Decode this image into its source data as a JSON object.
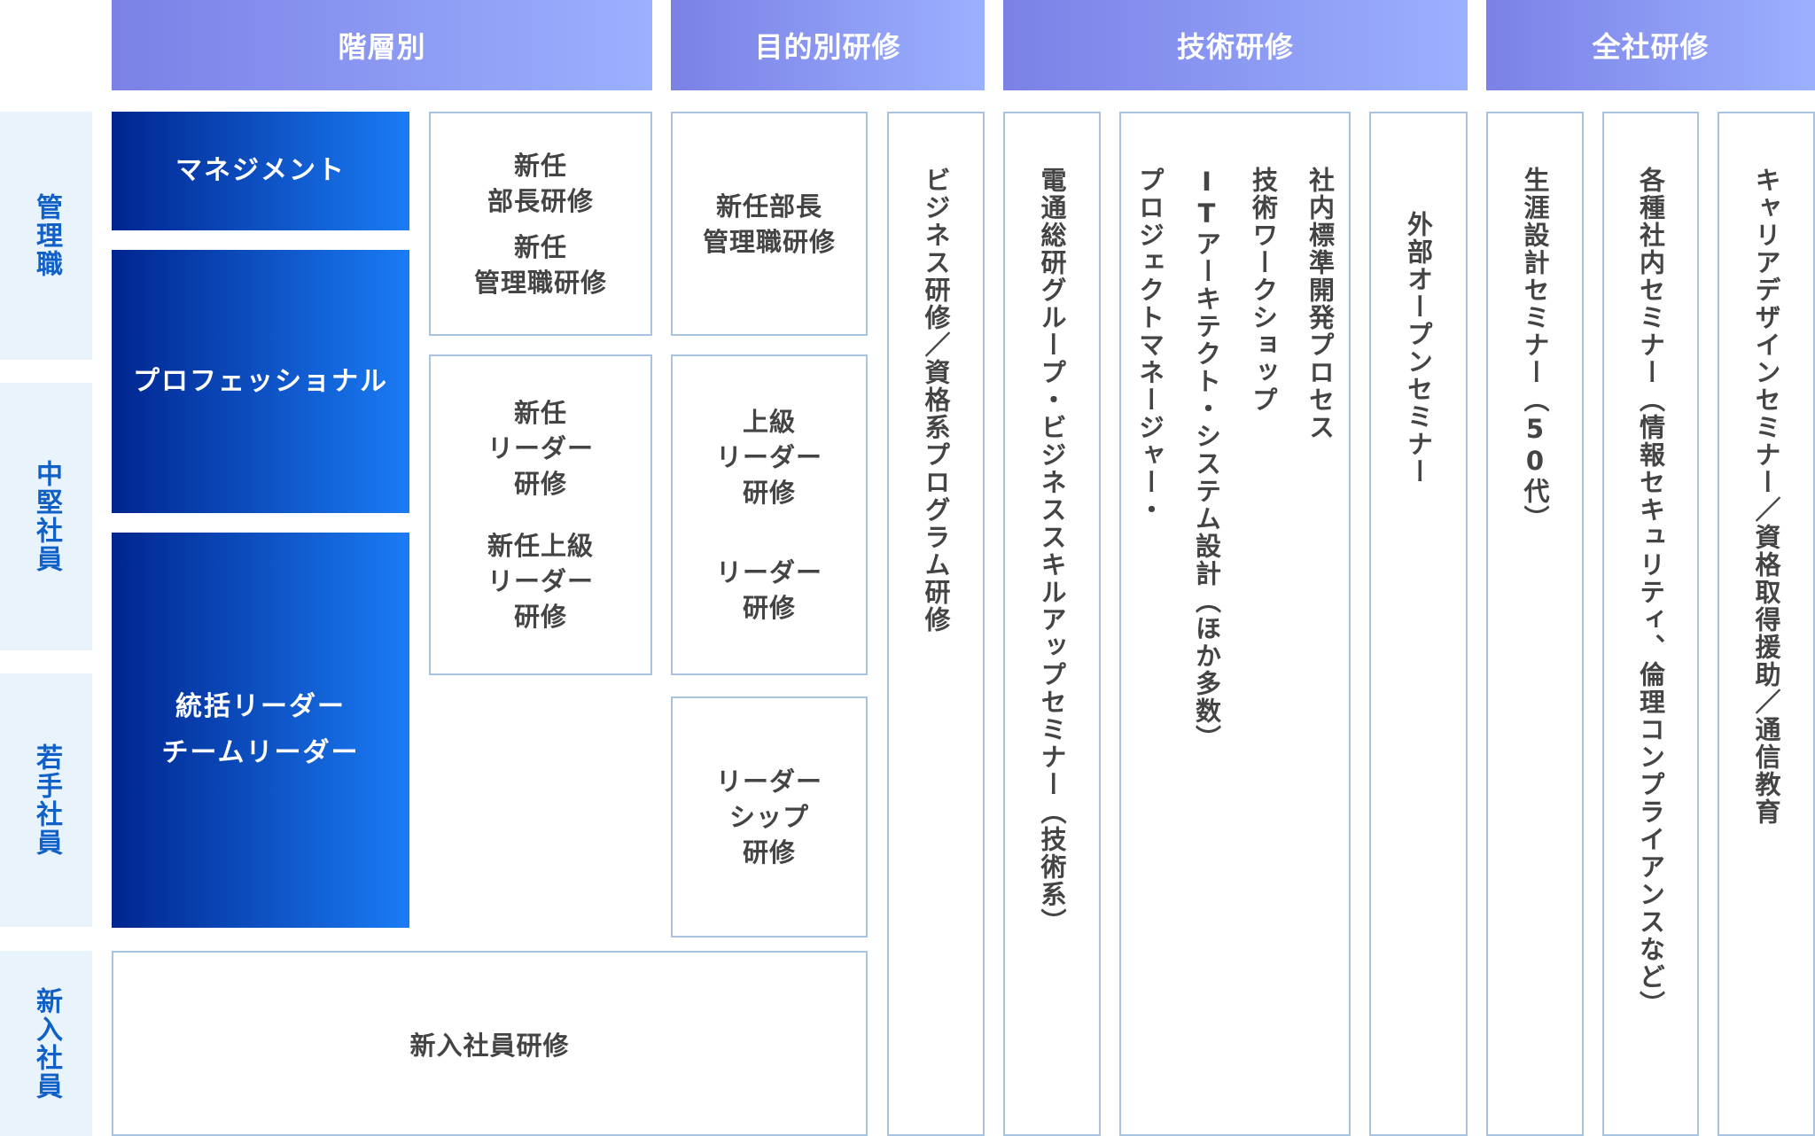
{
  "headers": {
    "by_level": "階層別",
    "by_purpose": "目的別研修",
    "technical": "技術研修",
    "company_wide": "全社研修"
  },
  "row_labels": [
    "管理職",
    "中堅社員",
    "若手社員",
    "新入社員"
  ],
  "tiers": {
    "management": "マネジメント",
    "professional": "プロフェッショナル",
    "leader_1": "統括リーダー",
    "leader_2": "チームリーダー"
  },
  "level_training": {
    "box1": [
      "新任\n部長研修",
      "新任\n管理職研修"
    ],
    "box2": [
      "新任\nリーダー\n研修",
      "新任上級\nリーダー\n研修"
    ]
  },
  "purpose_training": {
    "box1": [
      "新任部長\n管理職研修"
    ],
    "box2": [
      "上級\nリーダー\n研修",
      "リーダー\n研修"
    ],
    "box3": [
      "リーダー\nシップ\n研修"
    ]
  },
  "new_employee_training": "新入社員研修",
  "vertical_columns": {
    "business": "ビジネス研修／資格系プログラム研修",
    "dentsusoken": "電通総研グループ・ビジネススキルアップセミナー（技術系）",
    "tech_list": [
      "プロジェクトマネージャー・",
      "ITアーキテクト・システム設計（ほか多数）",
      "技術ワークショップ",
      "社内標準開発プロセス"
    ],
    "external": "外部オープンセミナー",
    "life_plan": "生涯設計セミナー（50代）",
    "internal_seminars": "各種社内セミナー（情報セキュリティ、倫理コンプライアンスなど）",
    "career": "キャリアデザインセミナー／資格取得援助／通信教育"
  },
  "colors": {
    "header_gradient_start": "#7b81e6",
    "header_gradient_end": "#9bb0ff",
    "tier_gradient_start": "#00258f",
    "tier_gradient_end": "#1a7cf5",
    "row_label_bg": "#e9f3fc",
    "row_label_text": "#1060c8",
    "box_border": "#a8c4e0",
    "box_text": "#444444"
  }
}
